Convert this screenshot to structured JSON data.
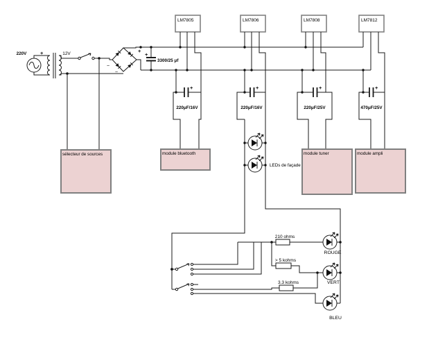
{
  "sym": {
    "plus": "+",
    "tilde": "~"
  },
  "source": {
    "mains": "220V",
    "secondary": "12V"
  },
  "rectifier": {
    "filter_cap": "3300/25 μf"
  },
  "regulators": [
    {
      "label": "LM7805",
      "cap": "220μF/16V"
    },
    {
      "label": "LM7806",
      "cap": "220μF/16V"
    },
    {
      "label": "LM7808",
      "cap": "220μF/25V"
    },
    {
      "label": "LM7812",
      "cap": "470μF/25V"
    }
  ],
  "modules": {
    "selector": "sélecteur de sources",
    "bluetooth": "module bluetooth",
    "tuner": "module tuner",
    "ampli": "module ampli"
  },
  "front_leds": {
    "label": "LEDs de façade"
  },
  "indicator": {
    "resistors": [
      "210 ohms",
      "> 5 kohms",
      "3.3 kohms"
    ],
    "leds": [
      "ROUGE",
      "VERT",
      "BLEU"
    ]
  },
  "colors": {
    "module_fill": "#ecd2d2",
    "module_border": "#7f7f7f",
    "wire": "#1a1a1a"
  }
}
